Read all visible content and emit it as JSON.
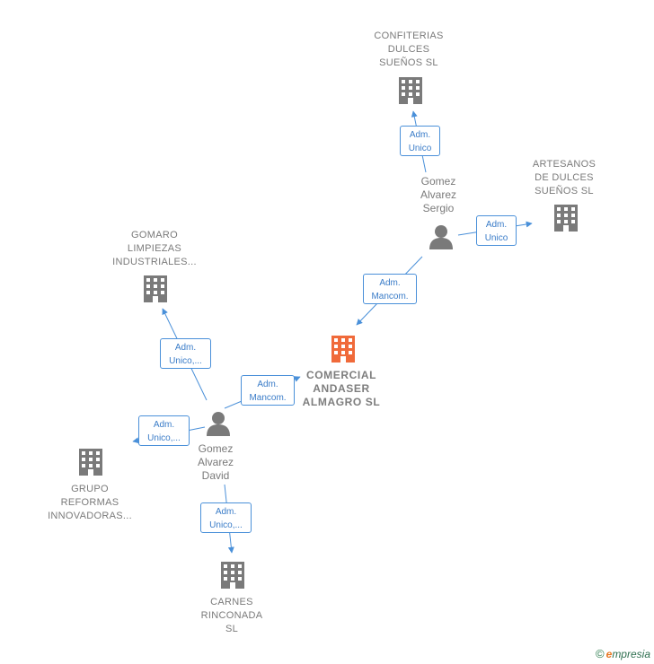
{
  "companies": {
    "center": {
      "label": "COMERCIAL\nANDASER\nALMAGRO  SL",
      "color": "#f06a3a"
    },
    "confiterias": {
      "label": "CONFITERIAS\nDULCES\nSUEÑOS SL"
    },
    "artesanos": {
      "label": "ARTESANOS\nDE DULCES\nSUEÑOS SL"
    },
    "gomaro": {
      "label": "GOMARO\nLIMPIEZAS\nINDUSTRIALES..."
    },
    "grupo": {
      "label": "GRUPO\nREFORMAS\nINNOVADORAS..."
    },
    "carnes": {
      "label": "CARNES\nRINCONADA\nSL"
    }
  },
  "persons": {
    "sergio": {
      "label": "Gomez\nAlvarez\nSergio"
    },
    "david": {
      "label": "Gomez\nAlvarez\nDavid"
    }
  },
  "edges": {
    "sergio_confiterias": "Adm.\nUnico",
    "sergio_artesanos": "Adm.\nUnico",
    "sergio_center": "Adm.\nMancom.",
    "david_center": "Adm.\nMancom.",
    "david_gomaro": "Adm.\nUnico,...",
    "david_grupo": "Adm.\nUnico,...",
    "david_carnes": "Adm.\nUnico,..."
  },
  "colors": {
    "edge": "#4a90d9",
    "icon": "#7a7a7a",
    "accent": "#f06a3a"
  },
  "credit": {
    "copyright": "©",
    "brand_first": "e",
    "brand_rest": "mpresia"
  }
}
